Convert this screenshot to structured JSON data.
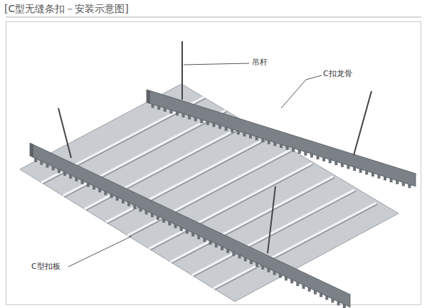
{
  "diagram": {
    "title": "[C型无缝条扣－安装示意图]",
    "labels": [
      "吊杆",
      "C扣龙骨",
      "C型扣板"
    ]
  }
}
